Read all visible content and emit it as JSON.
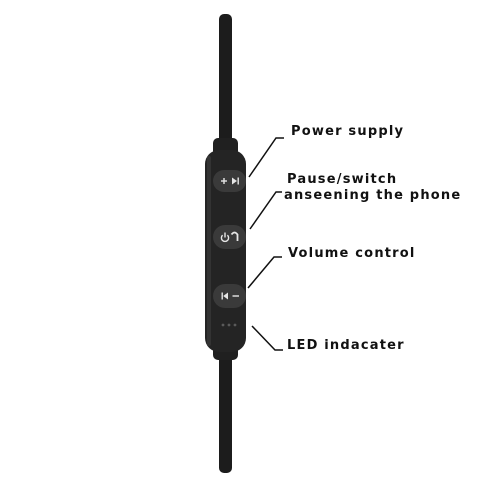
{
  "colors": {
    "cable": "#1c1c1c",
    "remote_body": "#242424",
    "button": "#3a3a3a",
    "button_symbol": "#e6e6e6",
    "leader_line": "#111111",
    "label_text": "#111111"
  },
  "callouts": {
    "power_supply": "Power supply",
    "pause_switch_line1": "Pause/switch",
    "pause_switch_line2": "anseening the phone",
    "volume_control": "Volume control",
    "led_indicator": "LED indacater"
  },
  "buttons": {
    "top": {
      "icons": [
        "plus-icon",
        "next-track-icon"
      ]
    },
    "middle": {
      "icons": [
        "power-icon",
        "phone-icon"
      ]
    },
    "bottom": {
      "icons": [
        "previous-track-icon",
        "minus-icon"
      ]
    }
  }
}
